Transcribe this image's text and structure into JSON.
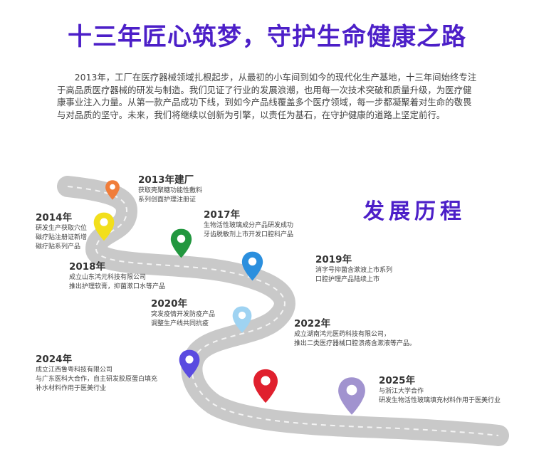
{
  "headline": "十三年匠心筑梦，守护生命健康之路",
  "intro": "2013年，工厂在医疗器械领域扎根起步，从最初的小车间到如今的现代化生产基地，十三年间始终专注于高品质医疗器械的研发与制造。我们见证了行业的发展浪潮，也用每一次技术突破和质量升级，为医疗健康事业注入力量。从第一款产品成功下线，到如今产品线覆盖多个医疗领域，每一步都凝聚着对生命的敬畏与对品质的坚守。未来，我们将继续以创新为引擎，以责任为基石，在守护健康的道路上坚定前行。",
  "section_title": "发展历程",
  "milestones": [
    {
      "year": "2013年建厂",
      "lines": [
        "获取壳聚糖功能性敷料",
        "系列创面护理注册证"
      ],
      "color": "#f07d3a"
    },
    {
      "year": "2014年",
      "lines": [
        "研发生产获取穴位",
        "磁疗贴注册证新增",
        "磁疗贴系列产品"
      ],
      "color": "#f2df1c"
    },
    {
      "year": "2017年",
      "lines": [
        "生物活性玻璃成分产品研发成功",
        "牙齿脱敏剂上市开发口腔科产品"
      ],
      "color": "#22973f"
    },
    {
      "year": "2018年",
      "lines": [
        "成立山东鸿元科技有限公司",
        "推出护理软膏，抑菌漱口水等产品"
      ],
      "color": "#2b8fde"
    },
    {
      "year": "2019年",
      "lines": [
        "消字号抑菌含漱液上市系列",
        "口腔护理产品陆续上市"
      ],
      "color": "#2b8fde"
    },
    {
      "year": "2020年",
      "lines": [
        "突发疫情开发防疫产品",
        "调整生产线共同抗疫"
      ],
      "color": "#9fd3f2"
    },
    {
      "year": "2022年",
      "lines": [
        "成立湖南鸿元医药科技有限公司，",
        "推出二类医疗器械口腔溃疡含漱液等产品。"
      ],
      "color": "#2b8fde"
    },
    {
      "year": "2024年",
      "lines": [
        "成立江西鲁粤科技有限公司",
        "与广东医科大合作，自主研发胶原蛋白填充",
        "补水材料作用于医美行业"
      ],
      "color": "#5a4be0"
    },
    {
      "year": "2025年",
      "lines": [
        "与浙江大学合作",
        "研发生物活性玻璃填充材料作用于医美行业"
      ],
      "color": "#a193cf"
    },
    {
      "year": "",
      "lines": [],
      "color": "#e0202e"
    }
  ]
}
